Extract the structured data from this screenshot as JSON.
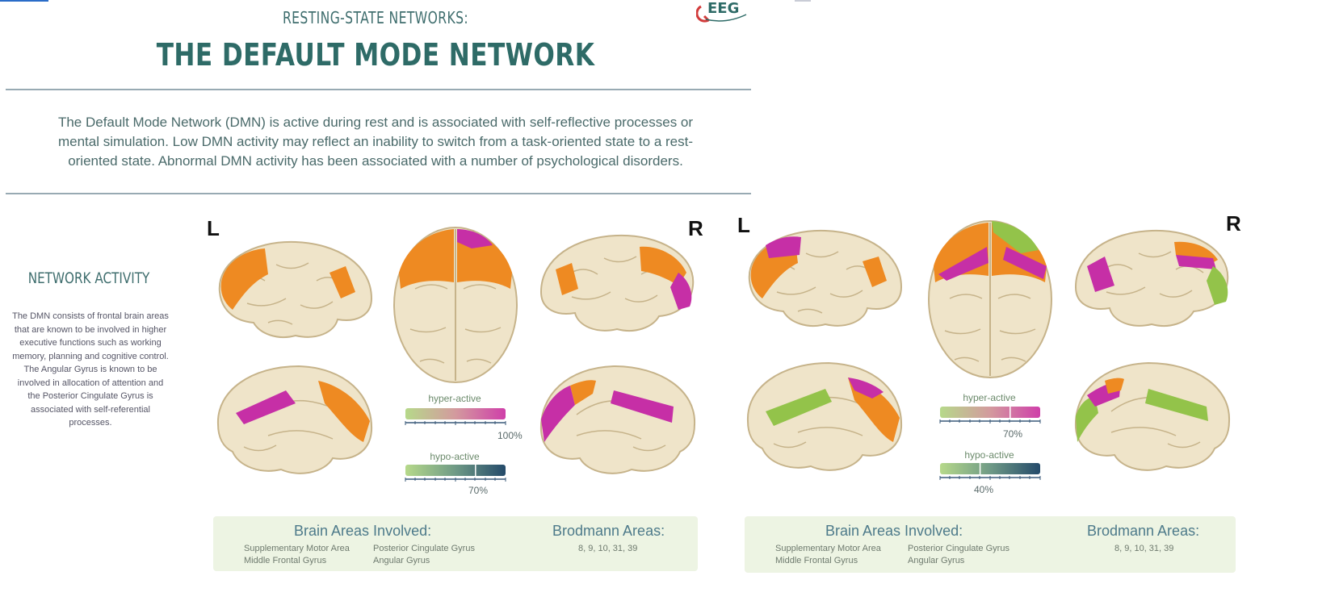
{
  "header": {
    "kicker": "RESTING-STATE NETWORKS:",
    "title": "THE DEFAULT MODE NETWORK",
    "logo_text": "EEG",
    "logo_letter": "Q"
  },
  "intro": "The Default Mode Network (DMN) is active during rest and is associated with self-reflective processes or mental simulation. Low DMN activity may reflect an inability to switch from a task-oriented state to a rest-oriented state. Abnormal DMN activity has been associated with a number of psychological disorders.",
  "sidebar": {
    "heading": "NETWORK ACTIVITY",
    "text": "The DMN consists of frontal brain areas that are known to be involved in higher executive functions such as working memory, planning and cognitive control. The Angular Gyrus is known to be involved in allocation of attention and the Posterior Cingulate Gyrus is associated with self-referential processes."
  },
  "colors": {
    "orange": "#ee8a22",
    "magenta": "#c62fa6",
    "green": "#93c34a",
    "brain": "#efe4c9",
    "brain_edge": "#c6b38a",
    "box": "#edf4e3"
  },
  "panels": [
    {
      "left_label": "L",
      "right_label": "R",
      "hyper_label": "hyper-active",
      "hyper_pct": "100%",
      "hyper_value": 1.0,
      "hypo_label": "hypo-active",
      "hypo_pct": "70%",
      "hypo_value": 0.7,
      "areas_heading": "Brain Areas Involved:",
      "areas": [
        "Supplementary Motor Area",
        "Middle Frontal Gyrus",
        "Posterior Cingulate Gyrus",
        "Angular Gyrus"
      ],
      "brodmann_heading": "Brodmann Areas:",
      "brodmann": "8, 9, 10, 31, 39"
    },
    {
      "left_label": "L",
      "right_label": "R",
      "hyper_label": "hyper-active",
      "hyper_pct": "70%",
      "hyper_value": 0.7,
      "hypo_label": "hypo-active",
      "hypo_pct": "40%",
      "hypo_value": 0.4,
      "areas_heading": "Brain Areas Involved:",
      "areas": [
        "Supplementary Motor Area",
        "Middle Frontal Gyrus",
        "Posterior Cingulate Gyrus",
        "Angular Gyrus"
      ],
      "brodmann_heading": "Brodmann Areas:",
      "brodmann": "8, 9, 10, 31, 39"
    }
  ]
}
